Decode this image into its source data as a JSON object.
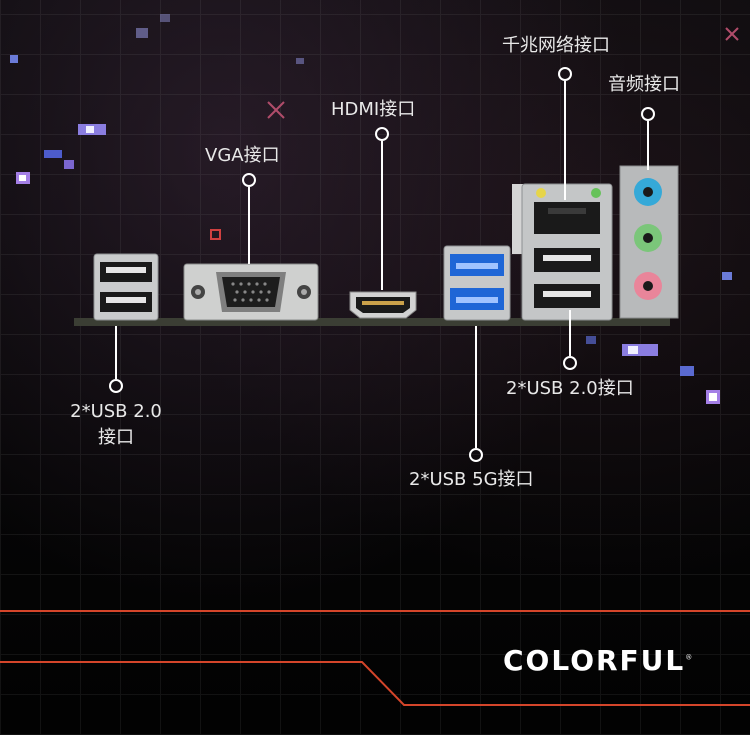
{
  "labels": {
    "gigabit_lan": "千兆网络接口",
    "audio": "音频接口",
    "hdmi": "HDMI接口",
    "vga": "VGA接口",
    "usb2_left_line1": "2*USB 2.0",
    "usb2_left_line2": "接口",
    "usb5g": "2*USB 5G接口",
    "usb2_right": "2*USB 2.0接口"
  },
  "brand": {
    "name": "COLORFUL",
    "mark": "®"
  },
  "colors": {
    "accent_line": "#d4452a",
    "label_text": "#e8e8e8",
    "usb3_blue": "#1e66d6",
    "audio_blue": "#35a9d8",
    "audio_green": "#7bc67a",
    "audio_pink": "#e9859a"
  }
}
